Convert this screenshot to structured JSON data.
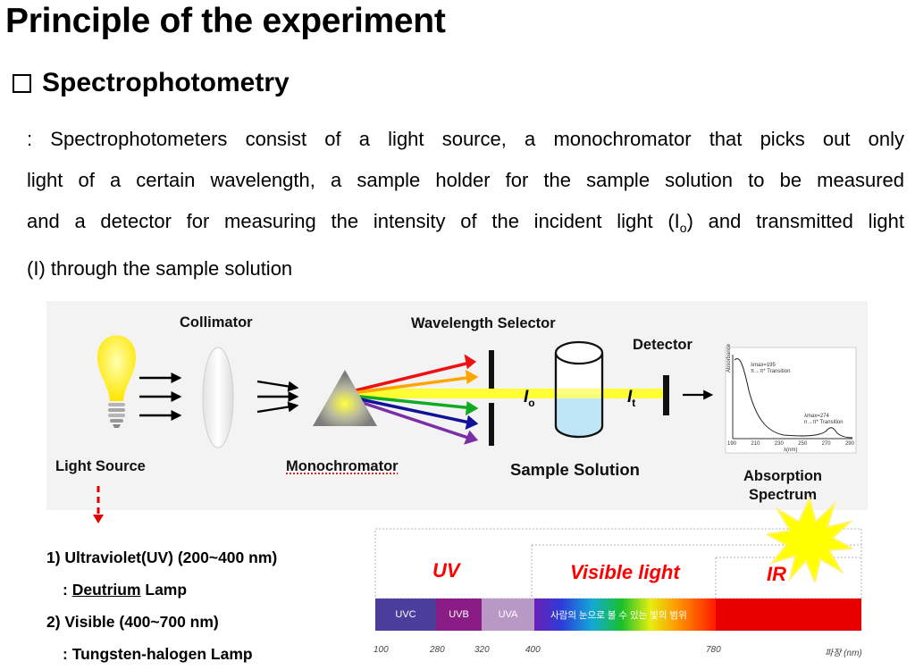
{
  "title": "Principle of the experiment",
  "section": {
    "heading": "Spectrophotometry",
    "checkbox_icon": "square-checkbox-icon"
  },
  "description": {
    "line1": ": Spectrophotometers consist of a light source, a monochromator that picks out only",
    "line2": "light of a certain wavelength, a sample holder for the sample solution to be measured",
    "line3_pre": "and a detector for measuring the intensity of the incident light (I",
    "line3_sub": "o",
    "line3_post": ") and transmitted light",
    "line4": "(I) through the sample solution"
  },
  "diagram": {
    "light_source": "Light Source",
    "collimator": "Collimator",
    "monochromator": "Monochromator",
    "wavelength_selector": "Wavelength Selector",
    "detector": "Detector",
    "sample_solution": "Sample Solution",
    "absorption_line1": "Absorption",
    "absorption_line2": "Spectrum",
    "i0_main": "I",
    "i0_sub": "o",
    "it_main": "I",
    "it_sub": "t",
    "colors": {
      "bulb": "#fff04a",
      "beam": "#ffff33",
      "solution": "#bfe6f7",
      "background": "#f3f3f3"
    },
    "inset": {
      "ylabel": "Absorbance",
      "xlabel": "λ(nm)",
      "peak1_a": "λmax=195",
      "peak1_b": "π→π* Transition",
      "peak2_a": "λmax=274",
      "peak2_b": "n→π* Transition",
      "ticks": [
        "190",
        "210",
        "230",
        "250",
        "270",
        "290"
      ]
    }
  },
  "lamps": {
    "uv_line": "1) Ultraviolet(UV) (200~400 nm)",
    "uv_lamp_prefix": ": ",
    "uv_lamp": "Deutrium",
    "uv_lamp_suffix": " Lamp",
    "vis_line": "2) Visible (400~700 nm)",
    "vis_lamp": ": Tungsten-halogen Lamp"
  },
  "spectrum": {
    "uv": "UV",
    "visible": "Visible light",
    "ir": "IR",
    "bands": {
      "uvc": "UVC",
      "uvb": "UVB",
      "uva": "UVA",
      "visible_korean": "사람의 눈으로 볼 수 있는 빛의 범위"
    },
    "ticks": {
      "t100": "100",
      "t280": "280",
      "t320": "320",
      "t400": "400",
      "t780": "780",
      "unit": "파장 (nm)"
    },
    "colors": {
      "uvc": "#4a3e9c",
      "uvb": "#8a1c86",
      "uva": "#b899c6",
      "ir": "#e60000",
      "heading": "#ff0000"
    }
  }
}
